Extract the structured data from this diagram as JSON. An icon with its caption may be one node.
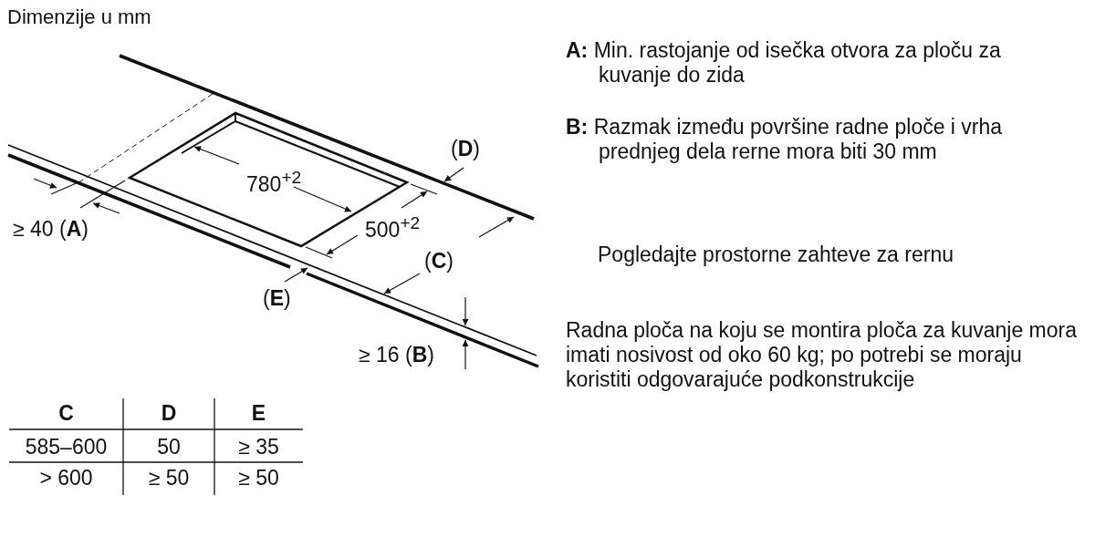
{
  "diagram": {
    "title": "Dimenzije u mm",
    "labels": [
      "780$^{+2}$",
      "500$^{+2}$",
      "(**D**)",
      "≥ 40 (**A**)",
      "(**C**)",
      "(**E**)",
      "≥ 16 (**B**)",
      "C",
      "D",
      "E",
      "585–600",
      "50",
      "≥ 35",
      "> 600",
      "≥ 50",
      "≥ 50",
      "**A:** Min. rastojanje od isečka otvora za ploču za kuvanje do zida",
      "**B:** Razmak između površine radne ploče i vrha prednjeg dela rerne mora biti 30 mm",
      "Pogledajte prostorne zahteve za rernu",
      "Radna ploča na koju se montira ploča za kuvanje mora imati nosivost od oko 60 kg; po potrebi se moraju koristiti odgovarajuće podkonstrukcije"
    ]
  }
}
